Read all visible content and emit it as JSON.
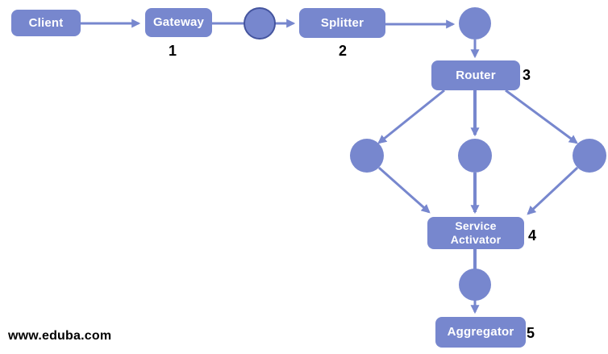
{
  "diagram": {
    "nodes": {
      "client": {
        "label": "Client"
      },
      "gateway": {
        "label": "Gateway",
        "number": "1"
      },
      "splitter": {
        "label": "Splitter",
        "number": "2"
      },
      "router": {
        "label": "Router",
        "number": "3"
      },
      "service_activator": {
        "label": "Service Activator",
        "number": "4"
      },
      "aggregator": {
        "label": "Aggregator",
        "number": "5"
      }
    },
    "channel_circles_count": 6
  },
  "watermark": "www.eduba.com",
  "colors": {
    "node_fill": "#7787CE",
    "node_text": "#FFFFFF",
    "outlined_circle_border": "#44549E",
    "number_text": "#000000",
    "background": "#FFFFFF"
  }
}
